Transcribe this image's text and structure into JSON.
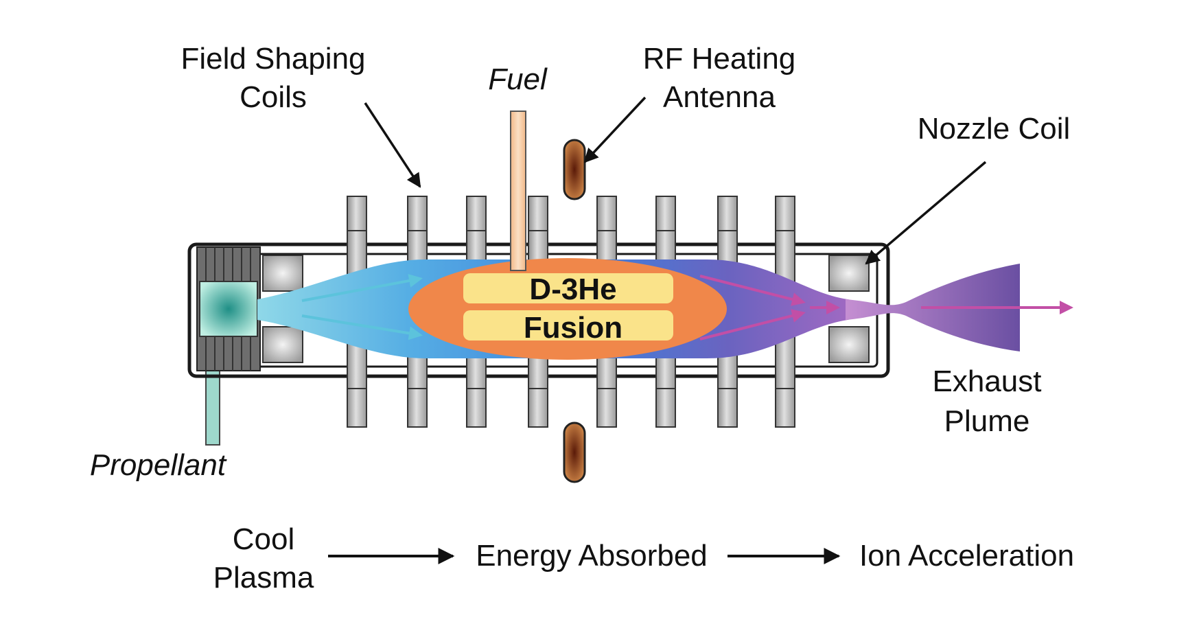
{
  "labels": {
    "field_coils_1": "Field Shaping",
    "field_coils_2": "Coils",
    "fuel": "Fuel",
    "rf_1": "RF Heating",
    "rf_2": "Antenna",
    "nozzle_coil": "Nozzle Coil",
    "exhaust_1": "Exhaust",
    "exhaust_2": "Plume",
    "propellant": "Propellant",
    "core_1": "D-3He",
    "core_2": "Fusion"
  },
  "flow": {
    "stage1_line1": "Cool",
    "stage1_line2": "Plasma",
    "stage2": "Energy Absorbed",
    "stage3": "Ion Acceleration"
  },
  "colors": {
    "coil_gray": "#a9a9a9",
    "fuel_tan": "#f6c79a",
    "antenna_brown": "#8a3a12",
    "propellant_teal": "#9ed8cc",
    "plasma_blue": "#4d8fdf",
    "core_orange": "#f0874a",
    "core_yellow": "#fae38a",
    "plume_purple": "#7b53a8",
    "exhaust_arrow": "#c24fa6"
  }
}
